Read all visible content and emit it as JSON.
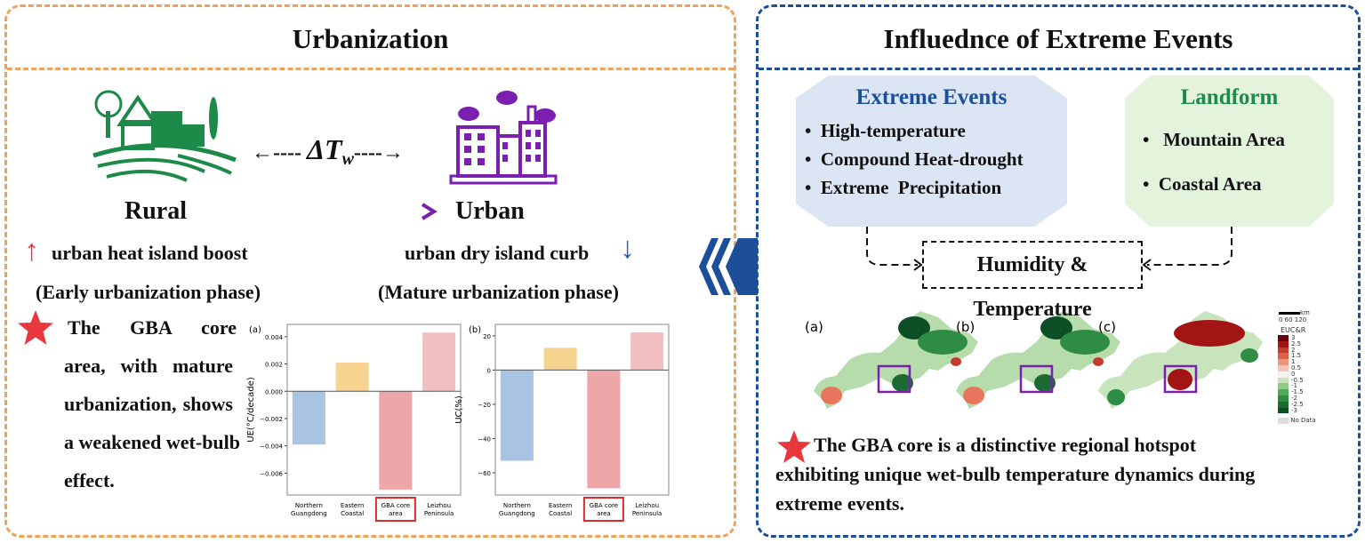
{
  "left": {
    "title": "Urbanization",
    "rural_label": "Rural",
    "urban_label": "Urban",
    "delta_symbol": "ΔT",
    "delta_subscript": "w",
    "heat_island": "urban heat island boost",
    "dry_island": "urban dry island curb",
    "early_phase": "(Early urbanization phase)",
    "mature_phase": "(Mature urbanization phase)",
    "conclusion_lines": [
      "The GBA core",
      "area, with mature",
      "urbanization, shows",
      "a weakened wet-bulb",
      "effect."
    ]
  },
  "right": {
    "title": "Influednce of Extreme Events",
    "extreme_title": "Extreme Events",
    "extreme_items": [
      "High-temperature",
      "Compound Heat-drought",
      "Extreme  Precipitation"
    ],
    "landform_title": "Landform",
    "landform_items": [
      "Mountain Area",
      "Coastal Area"
    ],
    "center_box": "Humidity & Temperature",
    "map_labels": [
      "(a)",
      "(b)",
      "(c)"
    ],
    "legend_title": "EUC&R",
    "legend_scale": "0  60 120",
    "legend_unit": "km",
    "legend_ticks": [
      "3",
      "2.5",
      "2",
      "1.5",
      "1",
      "0.5",
      "0",
      "-0.5",
      "-1",
      "-1.5",
      "-2",
      "-2.5",
      "-3"
    ],
    "legend_nodata": "No Data",
    "conclusion_lines": [
      "The GBA core is a distinctive regional hotspot",
      "exhibiting unique wet-bulb temperature dynamics during",
      "extreme events."
    ]
  },
  "colors": {
    "orange": "#f0a15a",
    "blue": "#1d4e9a",
    "green": "#1e8a4a",
    "purple": "#7a1fb0",
    "red": "#e8383d"
  },
  "chart_data": [
    {
      "type": "bar",
      "panel_label": "(a)",
      "ylabel": "UE(°C/decade)",
      "categories": [
        "Northern\nGuangdong",
        "Eastern\nCoastal",
        "GBA core\narea",
        "Leizhou\nPeninsula"
      ],
      "values": [
        -0.0039,
        0.0021,
        -0.0072,
        0.0043
      ],
      "colors": [
        "#a9c4e2",
        "#f5d48f",
        "#eda6a9",
        "#f2bfc1"
      ],
      "yticks": [
        0.004,
        0.002,
        0.0,
        -0.002,
        -0.004,
        -0.006
      ],
      "ytick_labels": [
        "0.004",
        "0.002",
        "0.000",
        "−0.002",
        "−0.004",
        "−0.006"
      ],
      "ylim": [
        -0.0076,
        0.0049
      ],
      "highlight": "GBA core\narea"
    },
    {
      "type": "bar",
      "panel_label": "(b)",
      "ylabel": "UC(%)",
      "categories": [
        "Northern\nGuangdong",
        "Eastern\nCoastal",
        "GBA core\narea",
        "Leizhou\nPeninsula"
      ],
      "values": [
        -53,
        13,
        -69,
        22
      ],
      "colors": [
        "#a9c4e2",
        "#f5d48f",
        "#eda6a9",
        "#f2bfc1"
      ],
      "yticks": [
        20,
        0,
        -20,
        -40,
        -60
      ],
      "ytick_labels": [
        "20",
        "0",
        "−20",
        "−40",
        "−60"
      ],
      "ylim": [
        -73,
        26.7
      ],
      "highlight": "GBA core\narea"
    }
  ]
}
